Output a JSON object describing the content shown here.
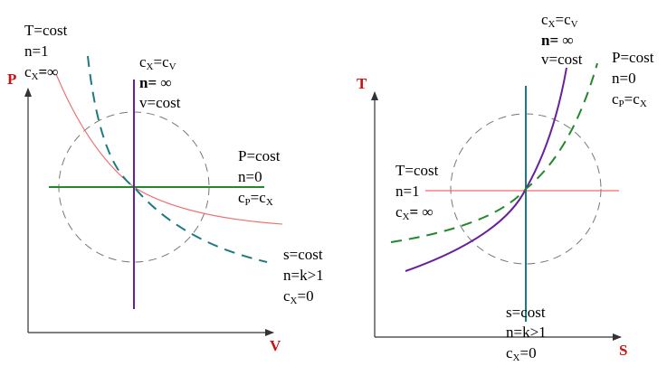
{
  "colors": {
    "isothermal": "#ee6a6a",
    "isobaric": "#22882a",
    "isochoric": "#6a1f9a",
    "adiabatic": "#1e7a80",
    "circle": "#777777",
    "axis": "#333333",
    "axis_label": "#cc1111"
  },
  "left_plot": {
    "y_axis_label": "P",
    "x_axis_label": "V",
    "isothermal": {
      "line1": "T=cost",
      "line2": "n=1",
      "line3_main": "c",
      "line3_sub": "X",
      "line3_rest": "=∞"
    },
    "isochoric": {
      "line1_main": "c",
      "line1_sub": "X",
      "line1_mid": "=c",
      "line1_sub2": "V",
      "line2": "n= ∞",
      "line3": "v=cost"
    },
    "isobaric": {
      "line1": "P=cost",
      "line2": "n=0",
      "line3_main": "c",
      "line3_sub": "P",
      "line3_mid": "=c",
      "line3_sub2": "X"
    },
    "adiabatic": {
      "line1": "s=cost",
      "line2": "n=k>1",
      "line3_main": "c",
      "line3_sub": "X",
      "line3_rest": "=0"
    }
  },
  "right_plot": {
    "y_axis_label": "T",
    "x_axis_label": "S",
    "isochoric": {
      "line1_main": "c",
      "line1_sub": "X",
      "line1_mid": "=c",
      "line1_sub2": "V",
      "line2": "n= ∞",
      "line3": "v=cost"
    },
    "isobaric": {
      "line1": "P=cost",
      "line2": "n=0",
      "line3_main": "c",
      "line3_sub": "P",
      "line3_mid": "=c",
      "line3_sub2": "X"
    },
    "isothermal": {
      "line1": "T=cost",
      "line2": "n=1",
      "line3_main": "c",
      "line3_sub": "X",
      "line3_rest": "= ∞"
    },
    "adiabatic": {
      "line1": "s=cost",
      "line2": "n=k>1",
      "line3_main": "c",
      "line3_sub": "X",
      "line3_rest": "=0"
    }
  }
}
